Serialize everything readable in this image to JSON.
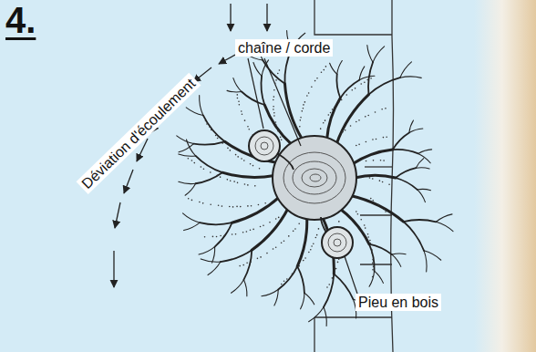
{
  "diagram": {
    "title": "4.",
    "labels": [
      "chaîne / corde",
      "Déviation d'écoulement",
      "Pieu en bois"
    ]
  }
}
